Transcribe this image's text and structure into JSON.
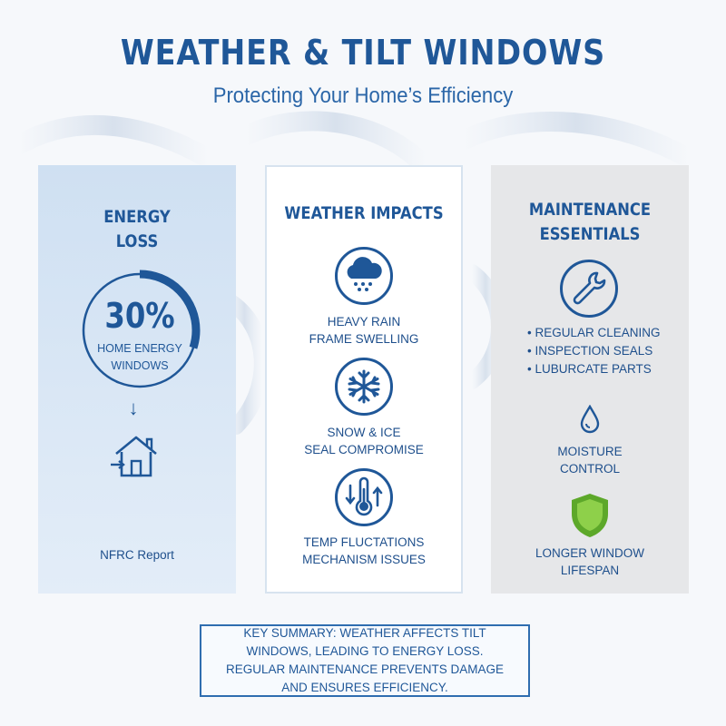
{
  "header": {
    "title": "WEATHER & TILT WINDOWS",
    "subtitle": "Protecting Your Home’s Efficiency"
  },
  "energy": {
    "title_line1": "ENERGY",
    "title_line2": "LOSS",
    "percent_text": "30%",
    "percent_value": 30,
    "label_line1": "HOME ENERGY",
    "label_line2": "WINDOWS",
    "arrow": "↓",
    "source": "NFRC Report"
  },
  "weather": {
    "title": "WEATHER IMPACTS",
    "items": [
      {
        "icon": "rain-cloud-icon",
        "line1": "HEAVY RAIN",
        "line2": "FRAME SWELLING"
      },
      {
        "icon": "snowflake-icon",
        "line1": "SNOW & ICE",
        "line2": "SEAL COMPROMISE"
      },
      {
        "icon": "thermometer-icon",
        "line1": "TEMP FLUCTATIONS",
        "line2": "MECHANISM ISSUES"
      }
    ]
  },
  "maintenance": {
    "title_line1": "MAINTENANCE",
    "title_line2": "ESSENTIALS",
    "bullets": [
      "REGULAR CLEANING",
      "INSPECTION SEALS",
      "LUBURCATE PARTS"
    ],
    "moisture_line1": "MOISTURE",
    "moisture_line2": "CONTROL",
    "lifespan_line1": "LONGER WINDOW",
    "lifespan_line2": "LIFESPAN"
  },
  "summary": {
    "text": "KEY SUMMARY: WEATHER AFFECTS TILT WINDOWS, LEADING TO ENERGY LOSS. REGULAR MAINTENANCE PREVENTS DAMAGE AND ENSURES EFFICIENCY."
  },
  "colors": {
    "primary": "#1f5798",
    "panel_left": "#d6e5f4",
    "panel_right": "#e6e7e9",
    "shield_green": "#7cc242"
  }
}
